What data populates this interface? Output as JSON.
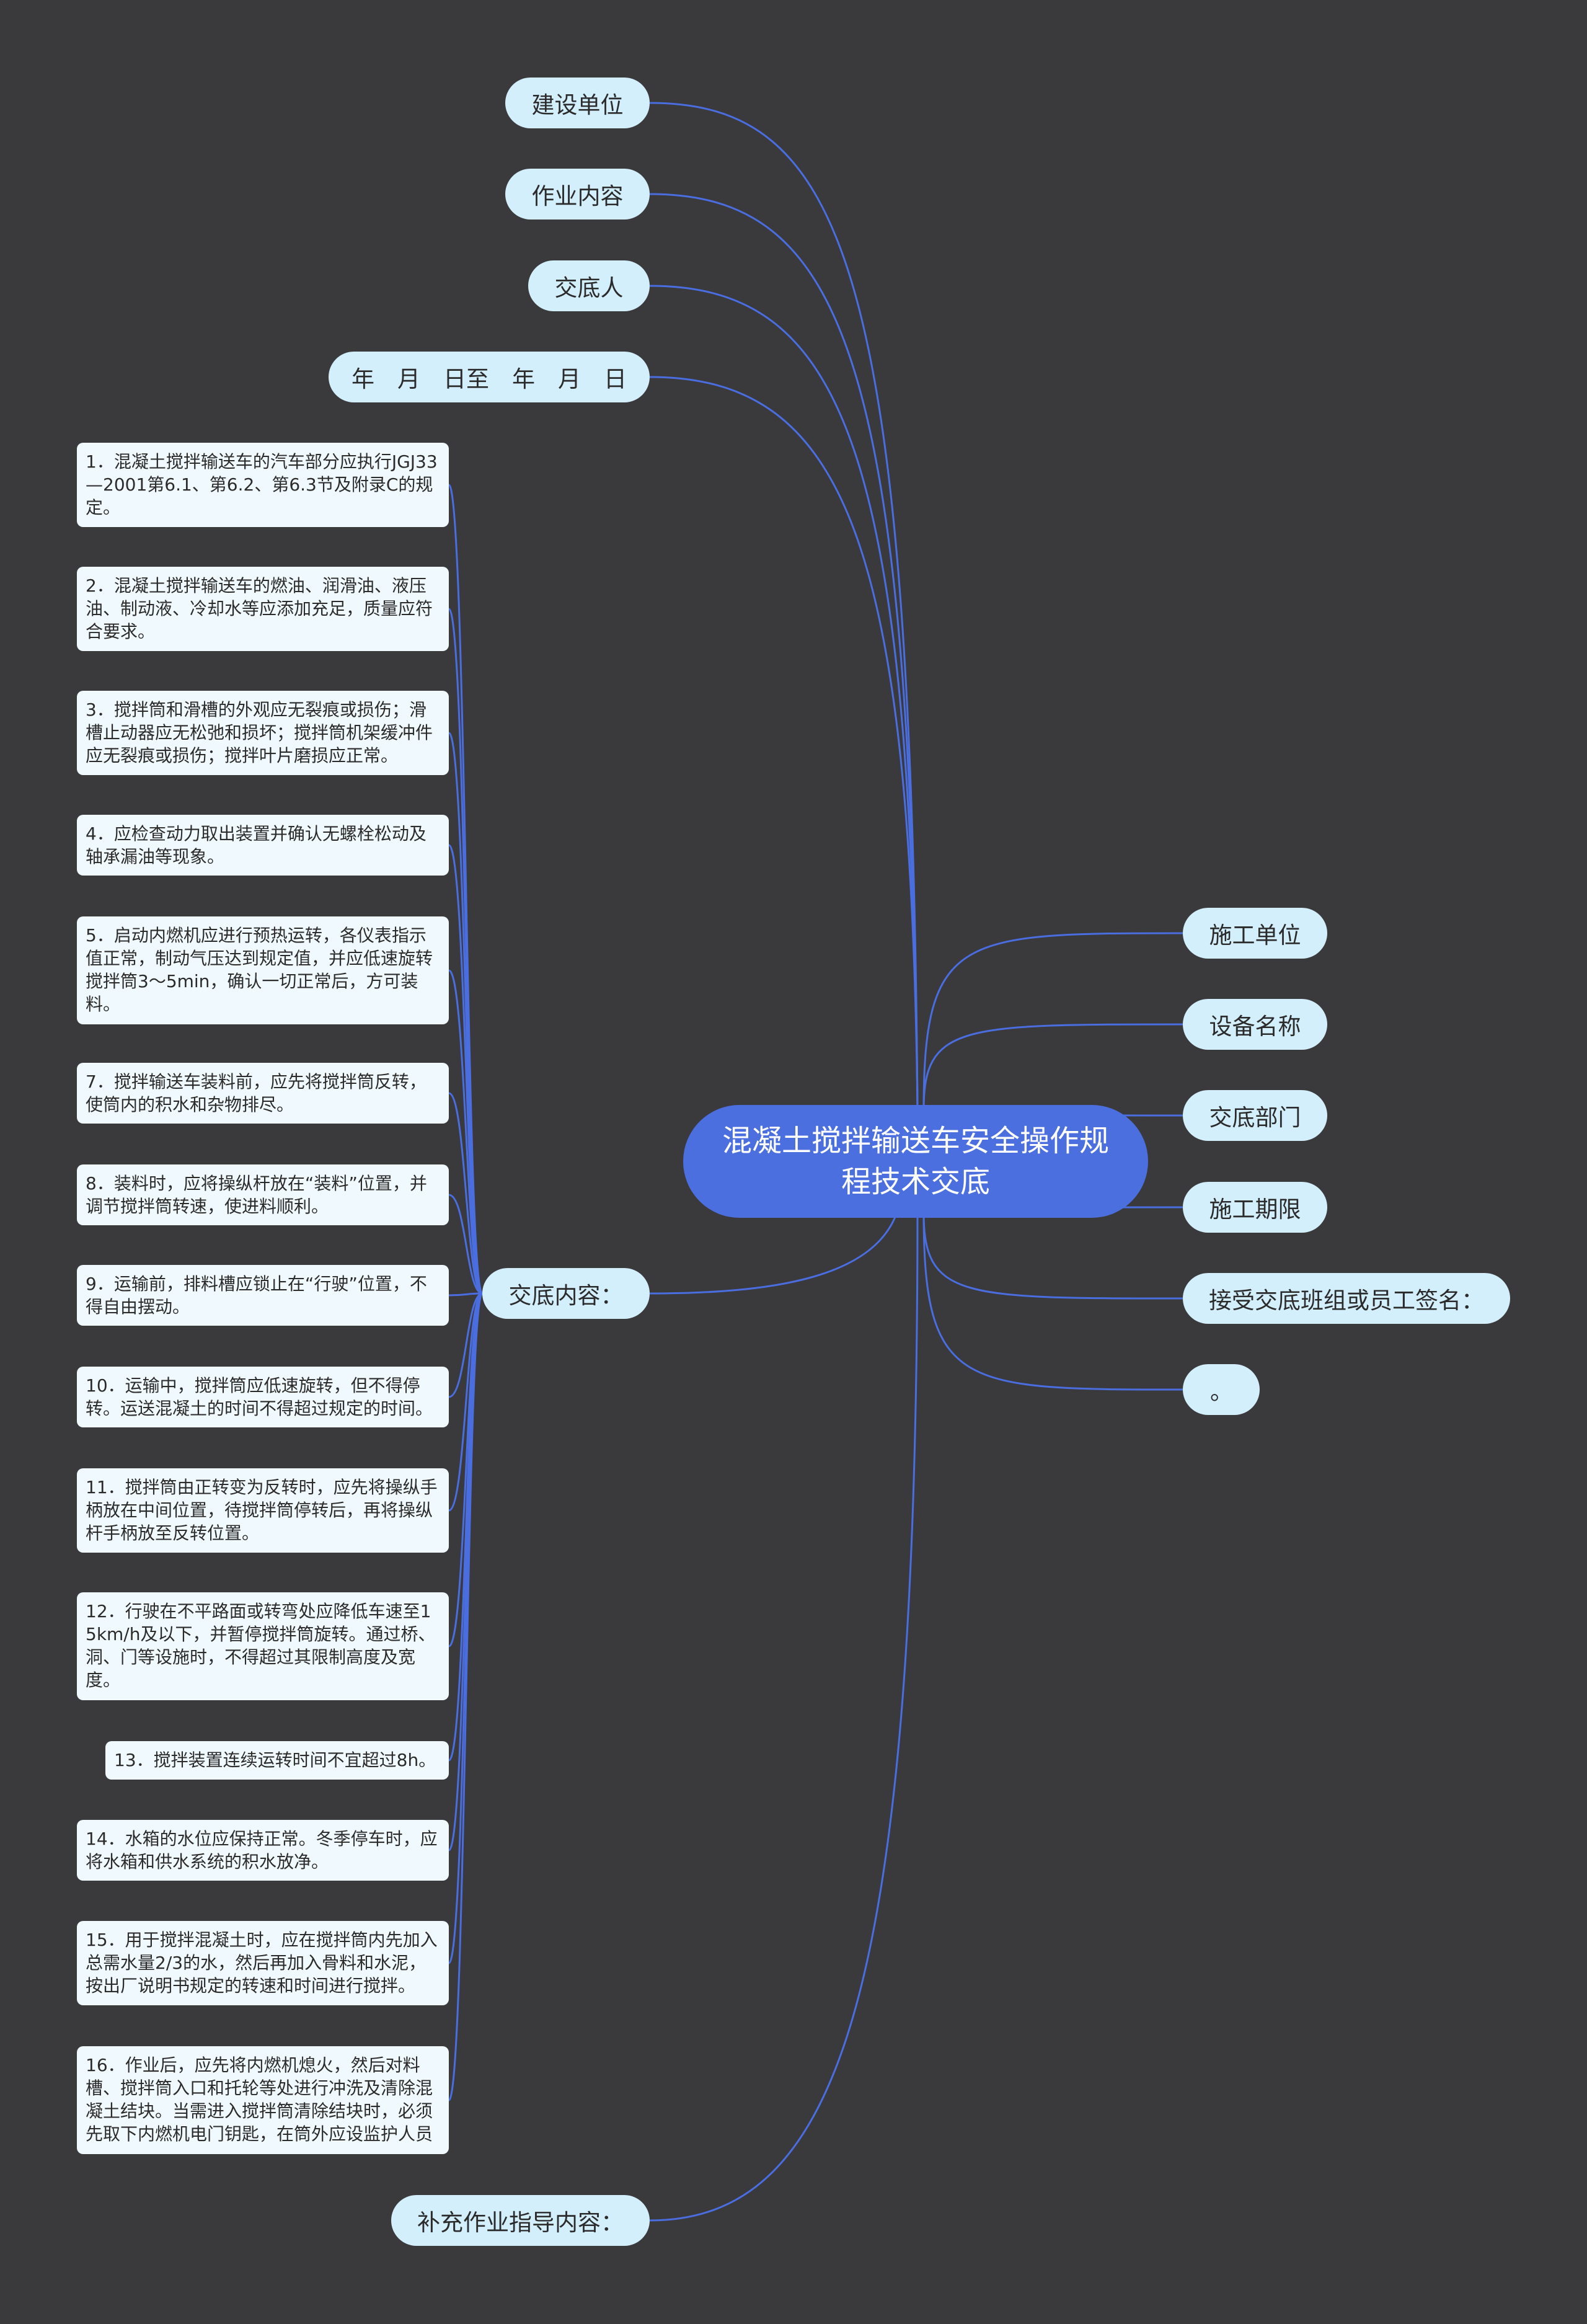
{
  "colors": {
    "background": "#3a393c",
    "center": "#4c6fe0",
    "branch": "#d3effc",
    "card": "#f0f9fd",
    "link": "#4a6ee0"
  },
  "center": {
    "title": "混凝土搅拌输送车安全操作规程技术交底"
  },
  "left_branches": {
    "construction_unit": "建设单位",
    "work_content": "作业内容",
    "presenter": "交底人",
    "date_range": "年　月　日至　年　月　日",
    "briefing_content": "交底内容：",
    "supplementary": "补充作业指导内容："
  },
  "right_branches": {
    "contractor": "施工单位",
    "equipment_name": "设备名称",
    "briefing_dept": "交底部门",
    "duration": "施工期限",
    "signature": "接受交底班组或员工签名：",
    "period": "。"
  },
  "items": [
    "1．混凝土搅拌输送车的汽车部分应执行JGJ33—2001第6.1、第6.2、第6.3节及附录C的规定。",
    "2．混凝土搅拌输送车的燃油、润滑油、液压油、制动液、冷却水等应添加充足，质量应符合要求。",
    "3．搅拌筒和滑槽的外观应无裂痕或损伤；滑槽止动器应无松弛和损坏；搅拌筒机架缓冲件应无裂痕或损伤；搅拌叶片磨损应正常。",
    "4．应检查动力取出装置并确认无螺栓松动及轴承漏油等现象。",
    "5．启动内燃机应进行预热运转，各仪表指示值正常，制动气压达到规定值，并应低速旋转搅拌筒3～5min，确认一切正常后，方可装料。",
    "7．搅拌输送车装料前，应先将搅拌筒反转，使筒内的积水和杂物排尽。",
    "8．装料时，应将操纵杆放在“装料”位置，并调节搅拌筒转速，使进料顺利。",
    "9．运输前，排料槽应锁止在“行驶”位置，不得自由摆动。",
    "10．运输中，搅拌筒应低速旋转，但不得停转。运送混凝土的时间不得超过规定的时间。",
    "11．搅拌筒由正转变为反转时，应先将操纵手柄放在中间位置，待搅拌筒停转后，再将操纵杆手柄放至反转位置。",
    "12．行驶在不平路面或转弯处应降低车速至15km/h及以下，并暂停搅拌筒旋转。通过桥、洞、门等设施时，不得超过其限制高度及宽度。",
    "13．搅拌装置连续运转时间不宜超过8h。",
    "14．水箱的水位应保持正常。冬季停车时，应将水箱和供水系统的积水放净。",
    "15．用于搅拌混凝土时，应在搅拌筒内先加入总需水量2/3的水，然后再加入骨料和水泥，按出厂说明书规定的转速和时间进行搅拌。",
    "16．作业后，应先将内燃机熄火，然后对料槽、搅拌筒入口和托轮等处进行冲洗及清除混凝土结块。当需进入搅拌筒清除结块时，必须先取下内燃机电门钥匙，在筒外应设监护人员"
  ]
}
